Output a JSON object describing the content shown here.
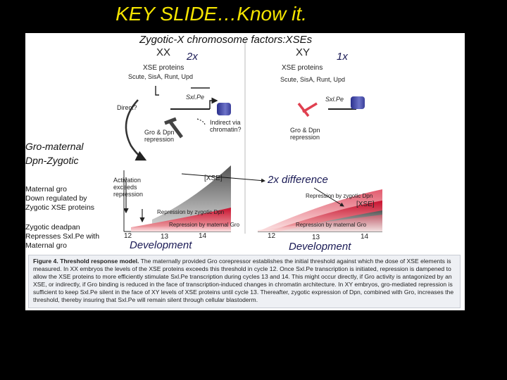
{
  "slide": {
    "title": "KEY SLIDE…Know it.",
    "header": "Zygotic-X chromosome factors:XSEs",
    "dose_xx": "2x",
    "dose_xy": "1x",
    "gro_label_1": "Gro-maternal",
    "gro_label_2": "Dpn-Zygotic",
    "difference": "2x difference",
    "note_1": [
      "Maternal gro",
      "Down regulated by",
      "Zygotic XSE proteins"
    ],
    "note_2": [
      "Zygotic deadpan",
      "Represses Sxl.Pe with",
      "Maternal gro"
    ],
    "dev_left": "Development",
    "dev_right": "Development"
  },
  "figure": {
    "xx": "XX",
    "xy": "XY",
    "xse_proteins": "XSE proteins",
    "xse_list": "Scute, SisA, Runt, Upd",
    "sxlpe": "Sxl.Pe",
    "direct": "Direct?",
    "indirect": [
      "Indirect via",
      "chromatin?"
    ],
    "gro_dpn": [
      "Gro & Dpn",
      "repression"
    ],
    "activation": [
      "Activation",
      "exceeds",
      "repression"
    ],
    "xse_bracket": "[XSE]",
    "repression_zygotic": "Repression by zygotic Dpn",
    "repression_maternal": "Repression by maternal Gro",
    "cycles": [
      "12",
      "13",
      "14"
    ]
  },
  "caption": {
    "label": "Figure 4. Threshold response model.",
    "text": "The maternally provided Gro corepressor establishes the initial threshold against which the dose of XSE elements is measured. In XX embryos the levels of the XSE proteins exceeds this threshold in cycle 12. Once Sxl.Pe transcription is initiated, repression is dampened to allow the XSE proteins to more efficiently stimulate Sxl.Pe transcription during cycles 13 and 14. This might occur directly, if Gro activity is antagonized by an XSE, or indirectly, if Gro binding is reduced in the face of transcription-induced changes in chromatin architecture. In XY embryos, gro-mediated repression is sufficient to keep Sxl.Pe silent in the face of XY levels of XSE proteins until cycle 13. Thereafter, zygotic expression of Dpn, combined with Gro, increases the threshold, thereby insuring that Sxl.Pe will remain silent through cellular blastoderm."
  }
}
